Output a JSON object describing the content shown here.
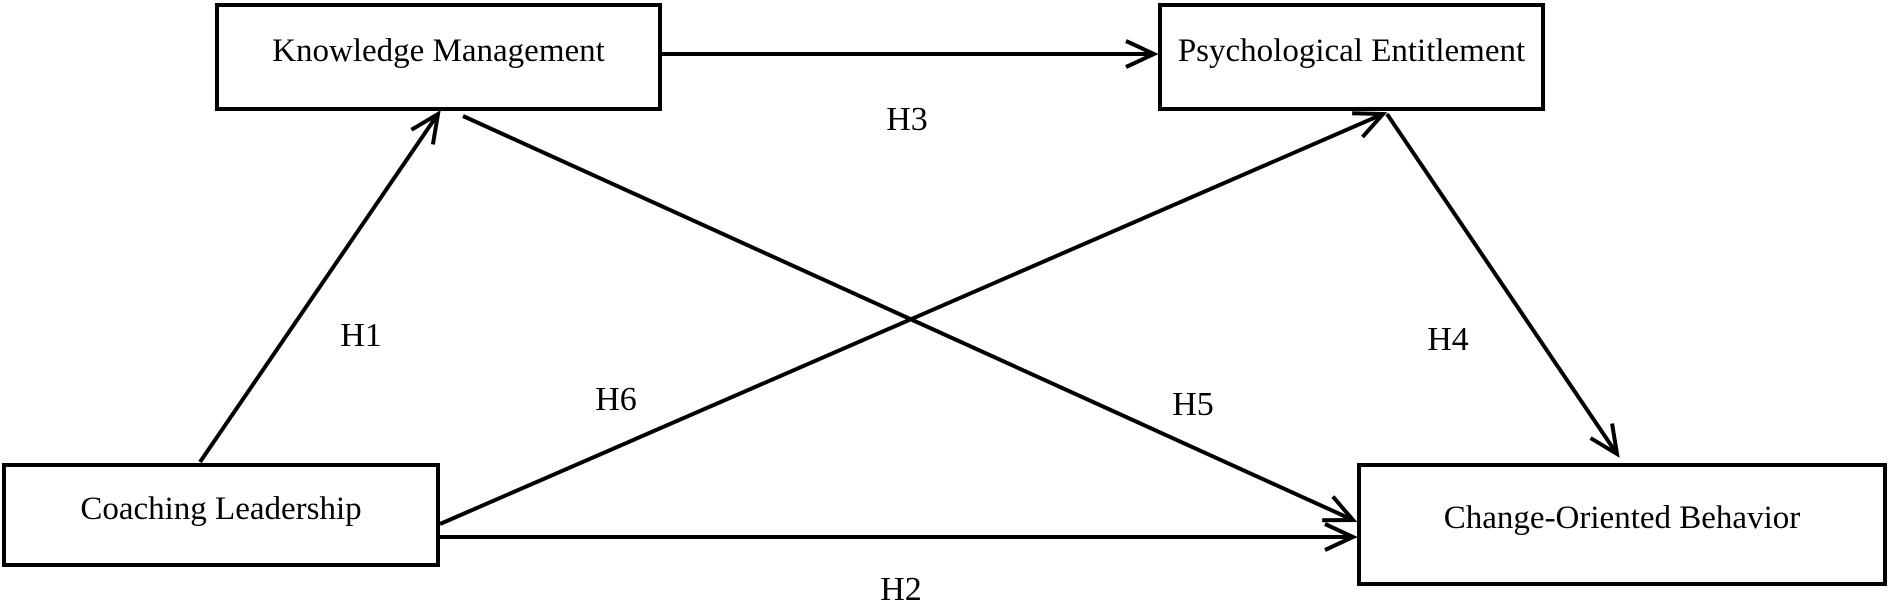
{
  "figure": {
    "type": "hypothesis-path-model",
    "background_color": "#ffffff",
    "line_color": "#000000",
    "text_color": "#000000",
    "nodes": {
      "knowledge_management": {
        "label": "Knowledge Management"
      },
      "psychological_entitlement": {
        "label": "Psychological Entitlement"
      },
      "coaching_leadership": {
        "label": "Coaching Leadership"
      },
      "change_oriented_behavior": {
        "label": "Change-Oriented Behavior"
      }
    },
    "hypotheses": {
      "h1": {
        "label": "H1",
        "from": "Coaching Leadership",
        "to": "Knowledge Management"
      },
      "h2": {
        "label": "H2",
        "from": "Coaching Leadership",
        "to": "Change-Oriented Behavior"
      },
      "h3": {
        "label": "H3",
        "from": "Knowledge Management",
        "to": "Psychological Entitlement"
      },
      "h4": {
        "label": "H4",
        "from": "Psychological Entitlement",
        "to": "Change-Oriented Behavior"
      },
      "h5": {
        "label": "H5",
        "from": "Knowledge Management",
        "to": "Change-Oriented Behavior"
      },
      "h6": {
        "label": "H6",
        "from": "Coaching Leadership",
        "to": "Psychological Entitlement"
      }
    }
  }
}
